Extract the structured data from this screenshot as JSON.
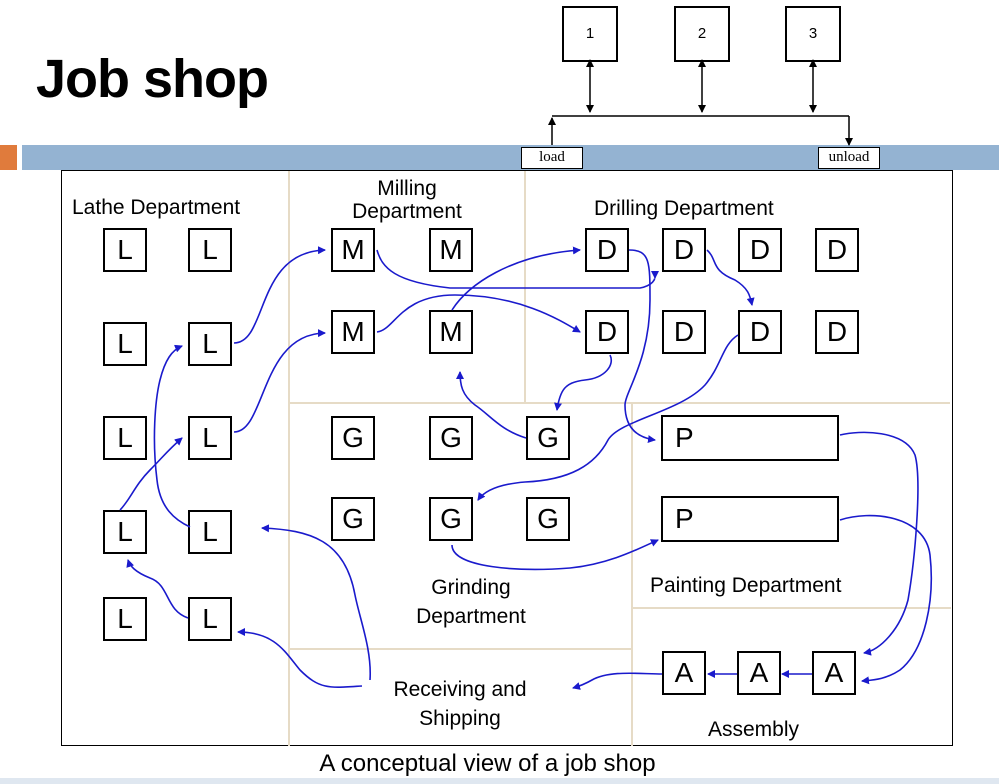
{
  "title": "Job shop",
  "workstations": [
    "1",
    "2",
    "3"
  ],
  "load_label": "load",
  "unload_label": "unload",
  "departments": {
    "lathe": "Lathe Department",
    "milling_line1": "Milling",
    "milling_line2": "Department",
    "drilling": "Drilling Department",
    "grinding_line1": "Grinding",
    "grinding_line2": "Department",
    "painting": "Painting Department",
    "receiving_line1": "Receiving and",
    "receiving_line2": "Shipping",
    "assembly": "Assembly"
  },
  "machines": {
    "lathe": "L",
    "milling": "M",
    "drilling": "D",
    "grinding": "G",
    "painting": "P",
    "assembly": "A"
  },
  "caption": "A conceptual view of a job shop",
  "colors": {
    "flow_arrow": "#1a1acc",
    "title_bar": "#94b3d2",
    "accent": "#e07b3c",
    "separator": "#e6dbc6"
  }
}
